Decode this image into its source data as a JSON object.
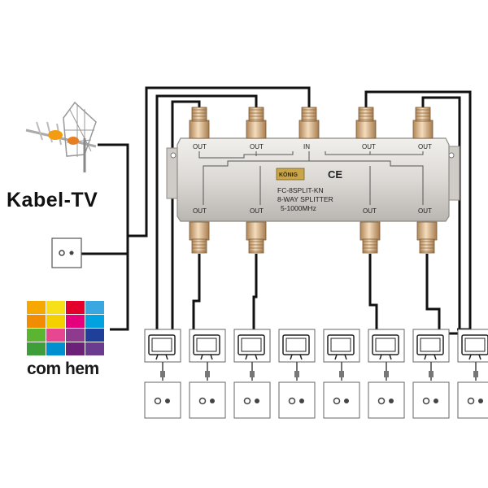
{
  "labels": {
    "kabel_tv": "Kabel-TV",
    "brand": "com hem",
    "out": "OUT",
    "in": "IN",
    "logo": "KÖNIG",
    "ce": "CE",
    "model": "FC-8SPLIT-KN",
    "type": "8-WAY SPLITTER",
    "freq": "5-1000MHz"
  },
  "colors": {
    "wire": "#111111",
    "splitter_body": "#d9d6d2",
    "connector": "#d8b48a",
    "logo_bg": "#c9a54a",
    "brand_tiles": [
      "#f6a800",
      "#f7e017",
      "#e4002b",
      "#3aa8e0",
      "#f28c00",
      "#f5d000",
      "#e5007d",
      "#00a3e0",
      "#5bb531",
      "#e74690",
      "#8e3a8e",
      "#203f9a",
      "#3e9e3a",
      "#0090d0",
      "#6d2077",
      "#6a3b8f"
    ]
  },
  "devices": {
    "tv_count": 8,
    "icons": [
      "antenna-icon",
      "wall-socket-icon",
      "tv-icon"
    ]
  }
}
